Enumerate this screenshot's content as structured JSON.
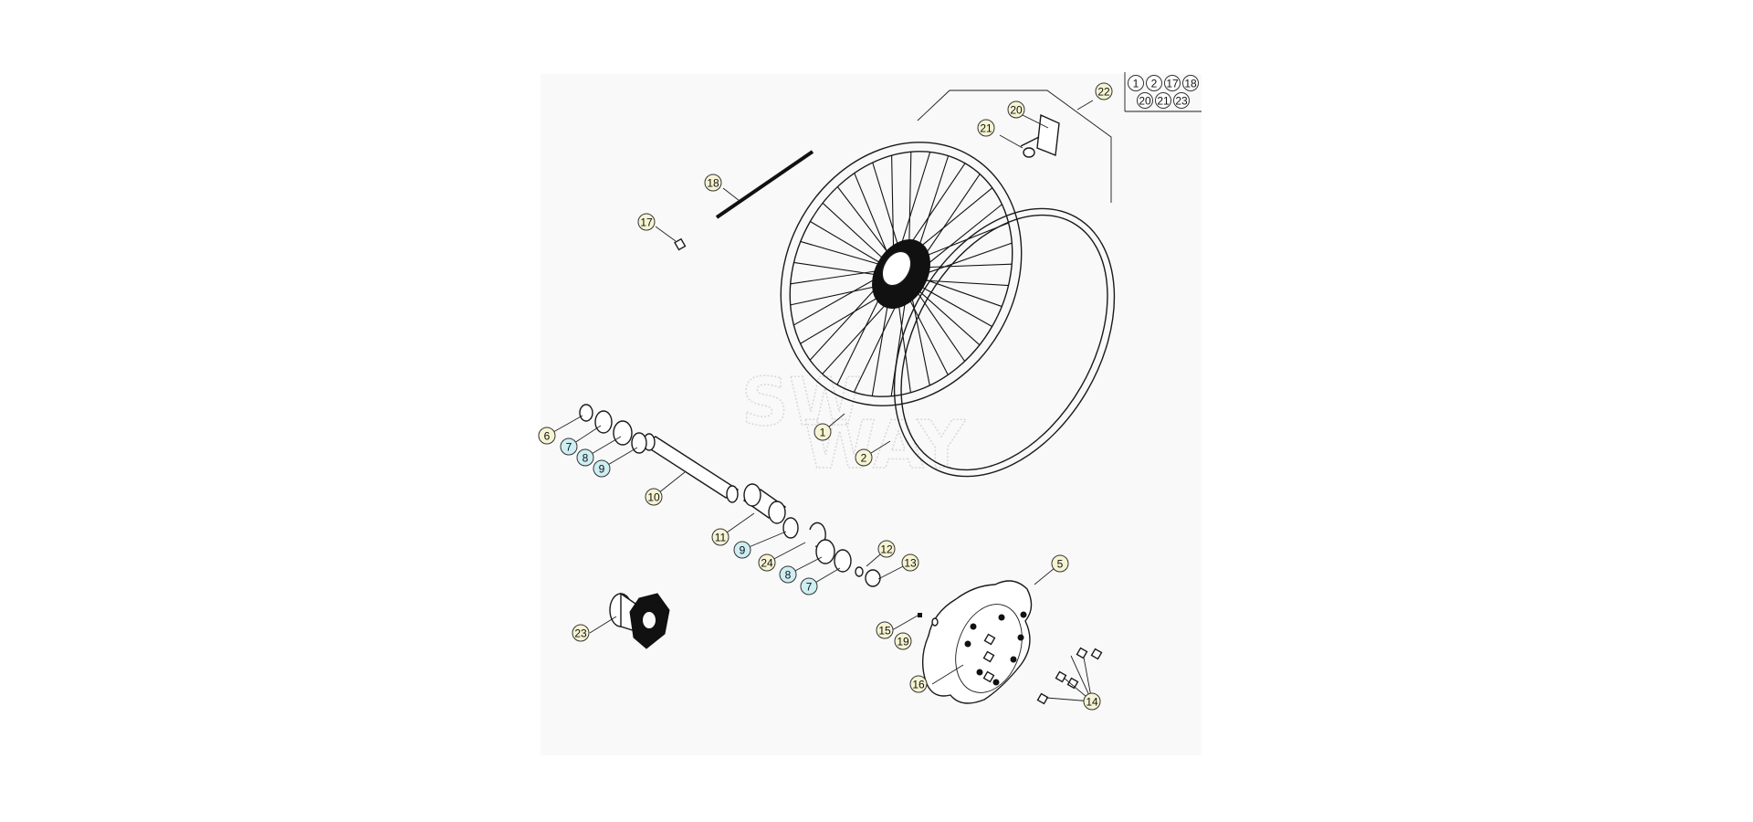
{
  "diagram": {
    "watermark": {
      "line1": "SW",
      "line2": "WAY"
    },
    "colors": {
      "callout_standard": "#f6f4d2",
      "callout_highlight": "#cdeef3",
      "panel_background": "#f9f9f9"
    },
    "callouts": [
      {
        "id": "c1",
        "label": "1",
        "style": "standard"
      },
      {
        "id": "c2",
        "label": "2",
        "style": "standard"
      },
      {
        "id": "c5",
        "label": "5",
        "style": "standard"
      },
      {
        "id": "c6",
        "label": "6",
        "style": "standard"
      },
      {
        "id": "c7a",
        "label": "7",
        "style": "highlight"
      },
      {
        "id": "c8a",
        "label": "8",
        "style": "highlight"
      },
      {
        "id": "c9a",
        "label": "9",
        "style": "highlight"
      },
      {
        "id": "c10",
        "label": "10",
        "style": "standard"
      },
      {
        "id": "c11",
        "label": "11",
        "style": "standard"
      },
      {
        "id": "c9b",
        "label": "9",
        "style": "highlight"
      },
      {
        "id": "c24",
        "label": "24",
        "style": "standard"
      },
      {
        "id": "c8b",
        "label": "8",
        "style": "highlight"
      },
      {
        "id": "c7b",
        "label": "7",
        "style": "highlight"
      },
      {
        "id": "c12",
        "label": "12",
        "style": "standard"
      },
      {
        "id": "c13",
        "label": "13",
        "style": "standard"
      },
      {
        "id": "c14",
        "label": "14",
        "style": "standard"
      },
      {
        "id": "c15",
        "label": "15",
        "style": "standard"
      },
      {
        "id": "c16",
        "label": "16",
        "style": "standard"
      },
      {
        "id": "c17",
        "label": "17",
        "style": "standard"
      },
      {
        "id": "c18",
        "label": "18",
        "style": "standard"
      },
      {
        "id": "c19",
        "label": "19",
        "style": "standard"
      },
      {
        "id": "c20",
        "label": "20",
        "style": "standard"
      },
      {
        "id": "c21",
        "label": "21",
        "style": "standard"
      },
      {
        "id": "c22",
        "label": "22",
        "style": "standard"
      },
      {
        "id": "c23",
        "label": "23",
        "style": "standard"
      }
    ],
    "kit_table": {
      "row1": [
        "1",
        "2",
        "17",
        "18"
      ],
      "row2": [
        "20",
        "21",
        "23"
      ]
    }
  }
}
